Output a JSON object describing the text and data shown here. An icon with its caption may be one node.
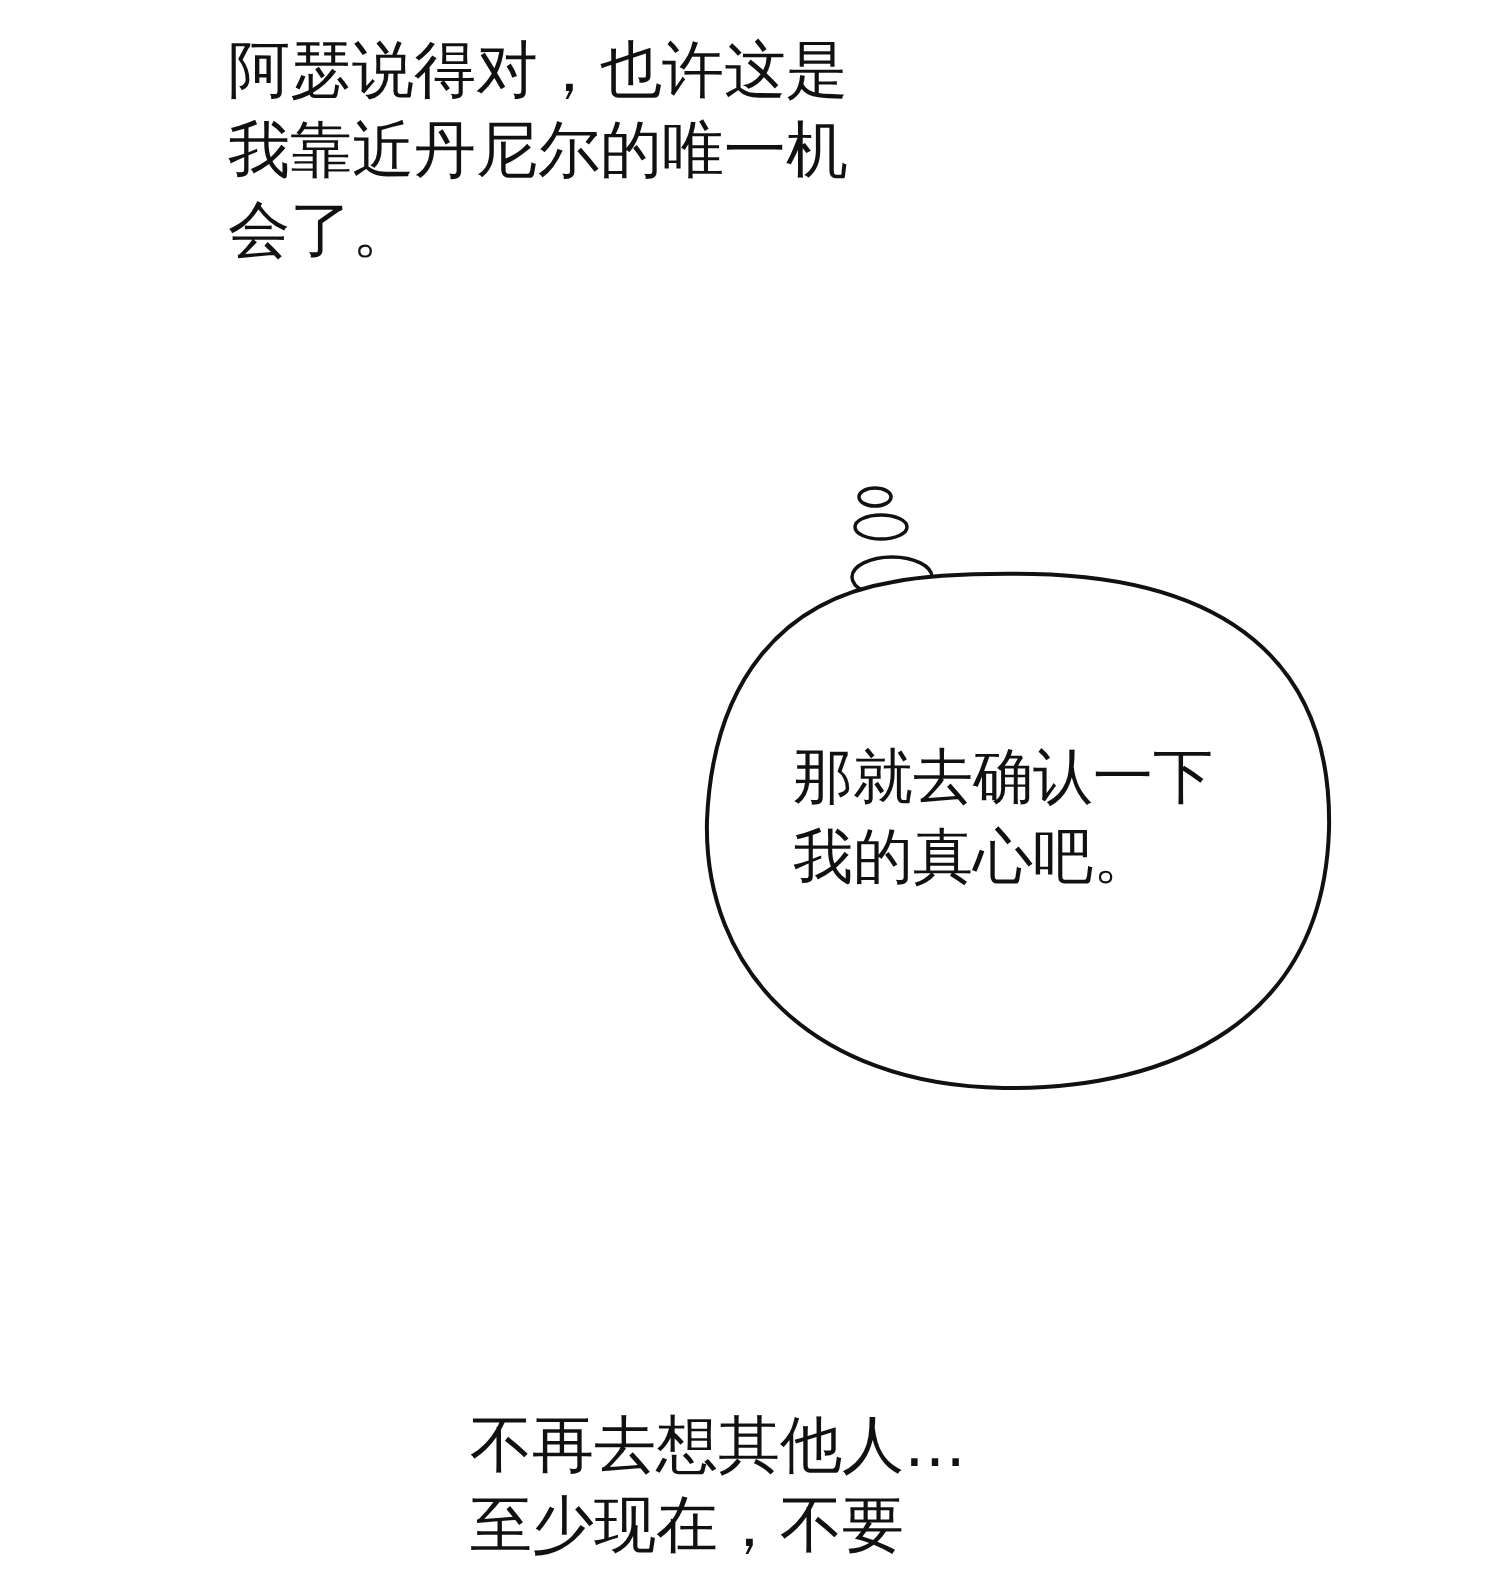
{
  "diagram": {
    "nodes": [
      {
        "text": [
          "那就去确认一下我的真心吧。"
        ]
      }
    ],
    "labels": [
      "阿瑟说得对，也许这是我靠近丹尼尔的唯一机会了。",
      "不再去想其他人…至少现在，不要"
    ]
  }
}
